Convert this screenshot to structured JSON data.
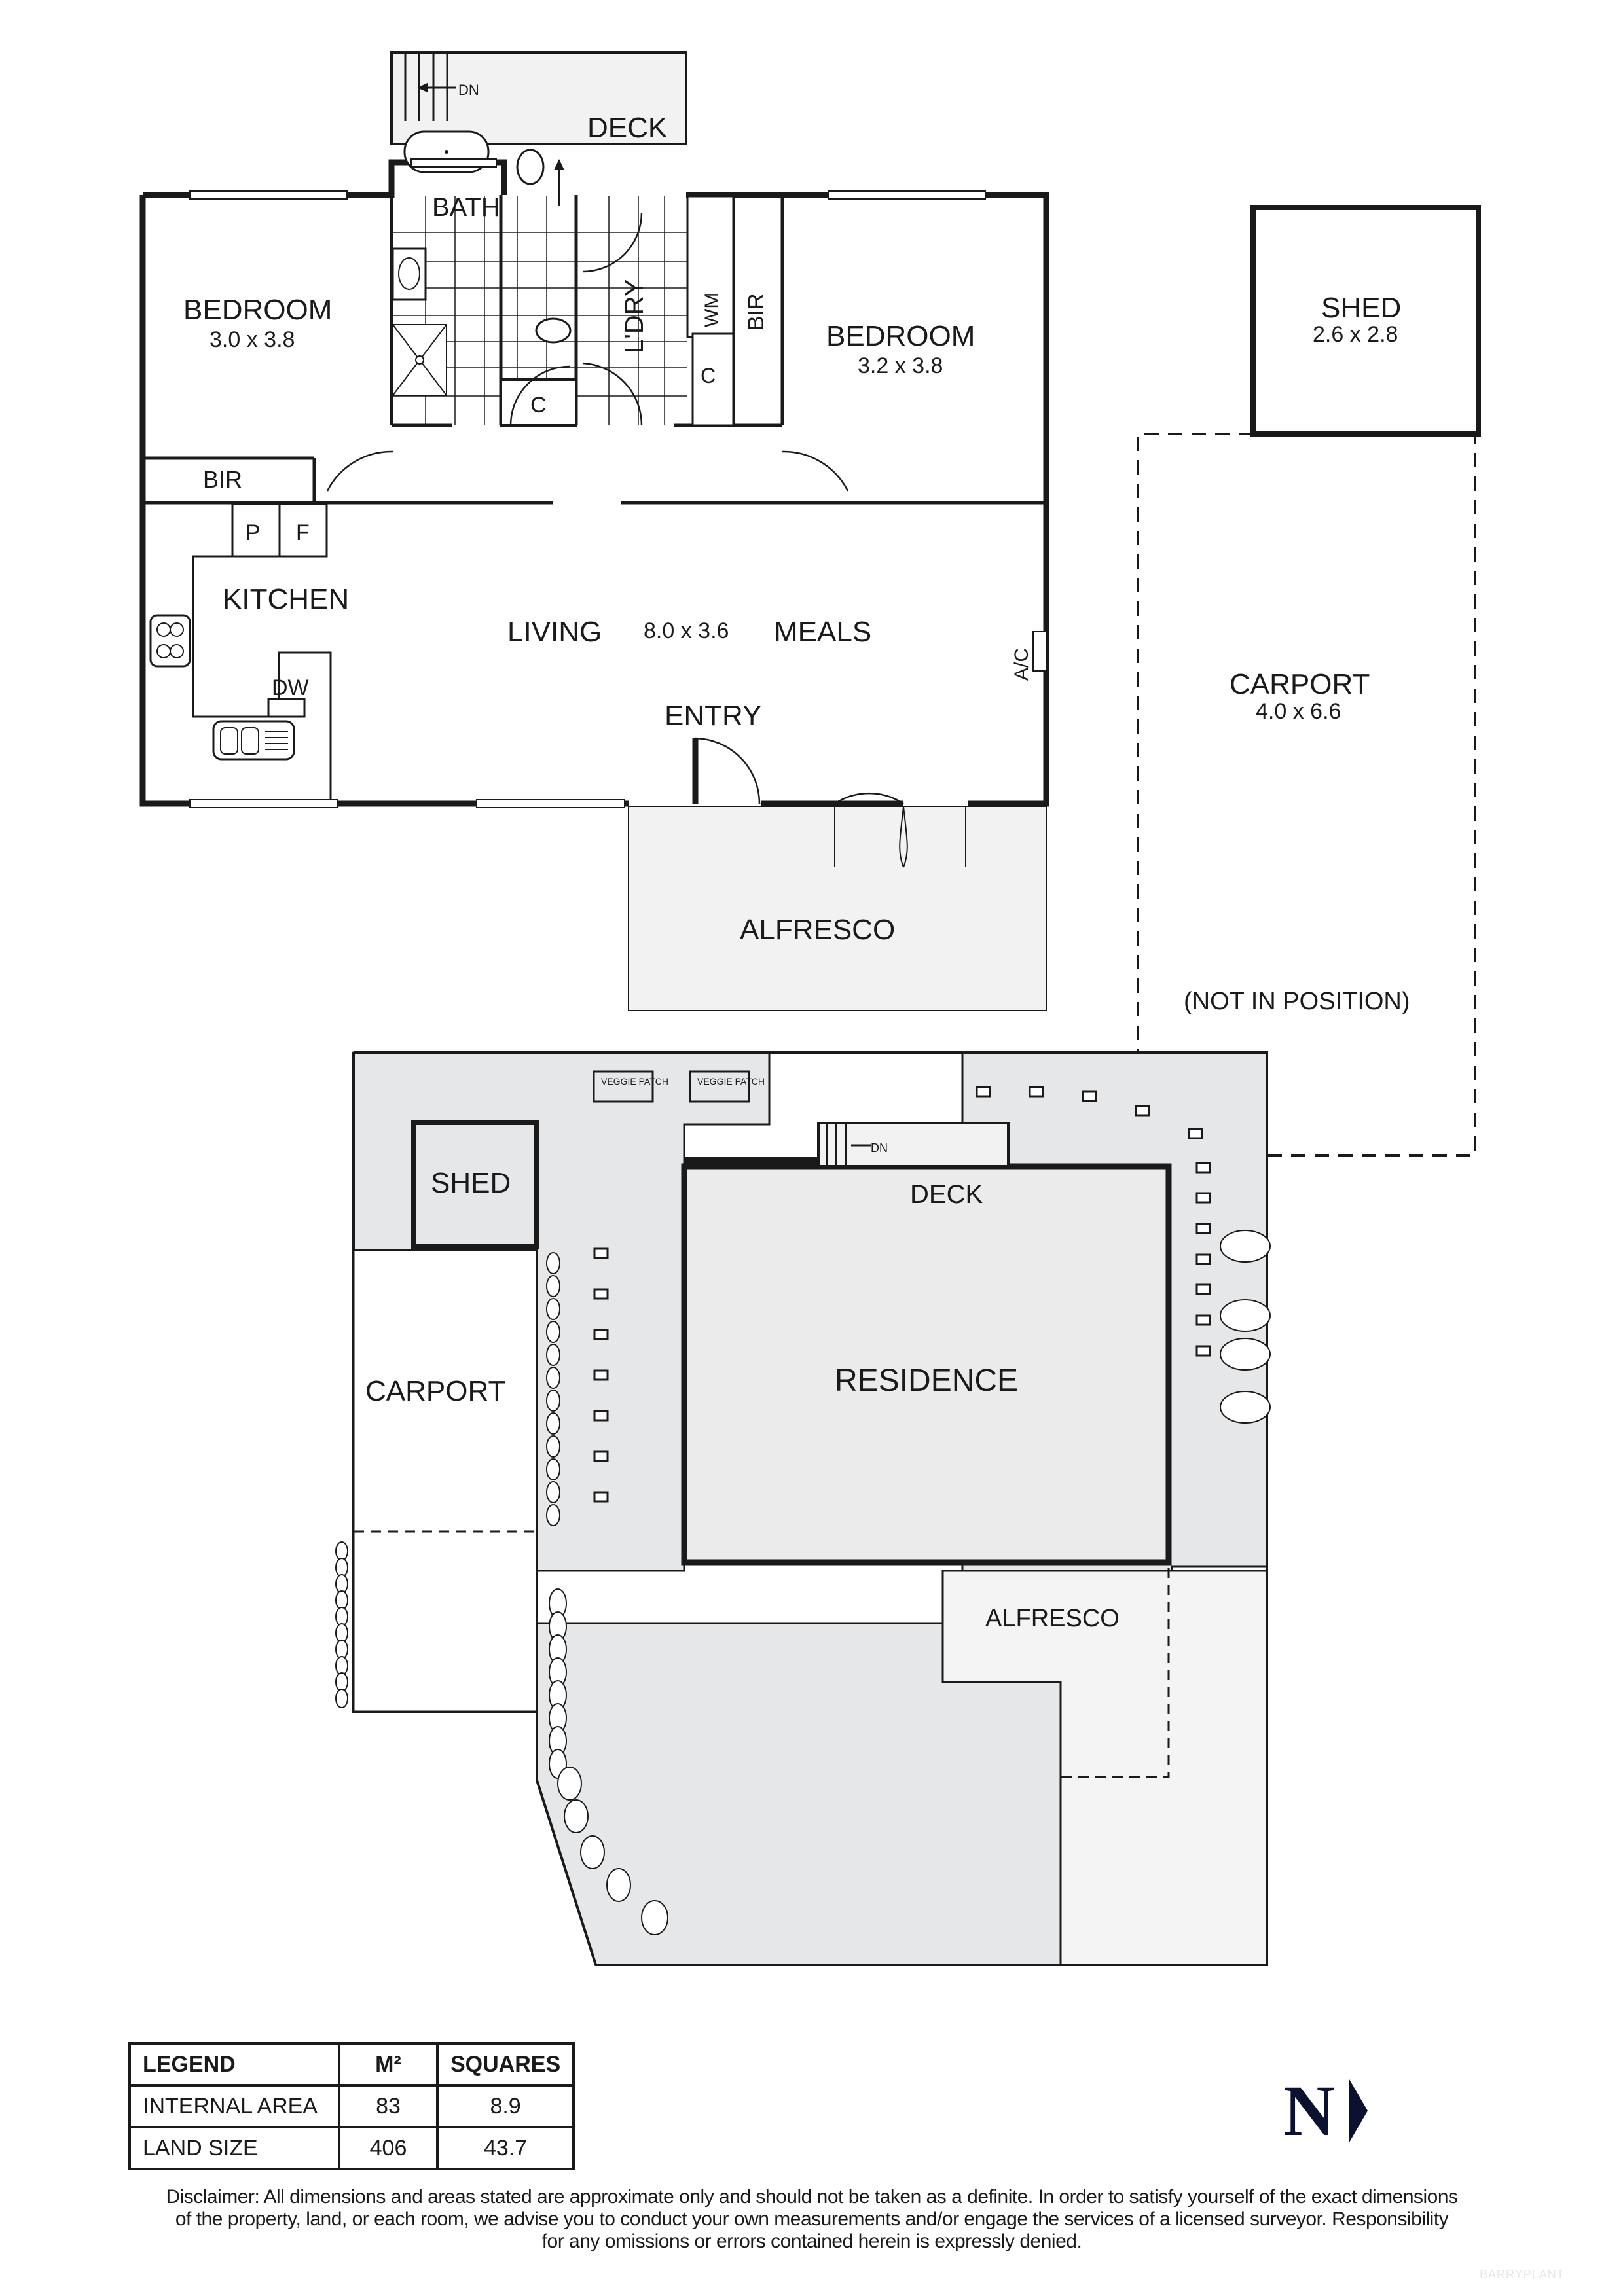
{
  "floor_plan": {
    "rooms": {
      "deck": {
        "label": "DECK",
        "stair_label": "DN"
      },
      "bath": {
        "label": "BATH"
      },
      "laundry": {
        "label": "L'DRY",
        "wm": "WM",
        "cupboard": "C"
      },
      "bath_cupboard": {
        "label": "C"
      },
      "bedroom_1": {
        "label": "BEDROOM",
        "dims": "3.0 x 3.8",
        "robe": "BIR"
      },
      "bedroom_2": {
        "label": "BEDROOM",
        "dims": "3.2 x 3.8",
        "robe": "BIR"
      },
      "kitchen": {
        "label": "KITCHEN",
        "pantry": "P",
        "fridge": "F",
        "dishwasher": "DW"
      },
      "living": {
        "label": "LIVING",
        "dims": "8.0 x 3.6",
        "meals": "MEALS",
        "ac": "A/C"
      },
      "entry": {
        "label": "ENTRY"
      },
      "alfresco": {
        "label": "ALFRESCO"
      }
    },
    "outbuildings": {
      "shed": {
        "label": "SHED",
        "dims": "2.6 x 2.8"
      },
      "carport": {
        "label": "CARPORT",
        "dims": "4.0 x 6.6",
        "note": "(NOT IN POSITION)"
      }
    }
  },
  "site_plan": {
    "veggie_patch_1": "VEGGIE PATCH",
    "veggie_patch_2": "VEGGIE PATCH",
    "shed": "SHED",
    "deck": "DECK",
    "stair_label": "DN",
    "residence": "RESIDENCE",
    "carport": "CARPORT",
    "alfresco": "ALFRESCO"
  },
  "legend": {
    "headers": [
      "LEGEND",
      "M²",
      "SQUARES"
    ],
    "rows": [
      {
        "label": "INTERNAL AREA",
        "m2": "83",
        "squares": "8.9"
      },
      {
        "label": "LAND SIZE",
        "m2": "406",
        "squares": "43.7"
      }
    ]
  },
  "compass": {
    "label": "N",
    "icon": "north-arrow-icon"
  },
  "disclaimer": {
    "line1": "Disclaimer: All dimensions and areas stated are approximate only and should not be taken as a definite. In order to satisfy yourself of the exact dimensions",
    "line2": "of the property, land, or each room, we advise you to conduct your own measurements and/or engage the services of a licensed surveyor. Responsibility",
    "line3": "for any omissions or errors contained herein is expressly denied."
  },
  "watermark": "BARRYPLANT",
  "colors": {
    "wall": "#1a1a1a",
    "deck_fill": "#f2f2f2",
    "garden_fill": "#e6e7e8",
    "residence_fill": "#ebebeb",
    "compass": "#0d1130"
  }
}
